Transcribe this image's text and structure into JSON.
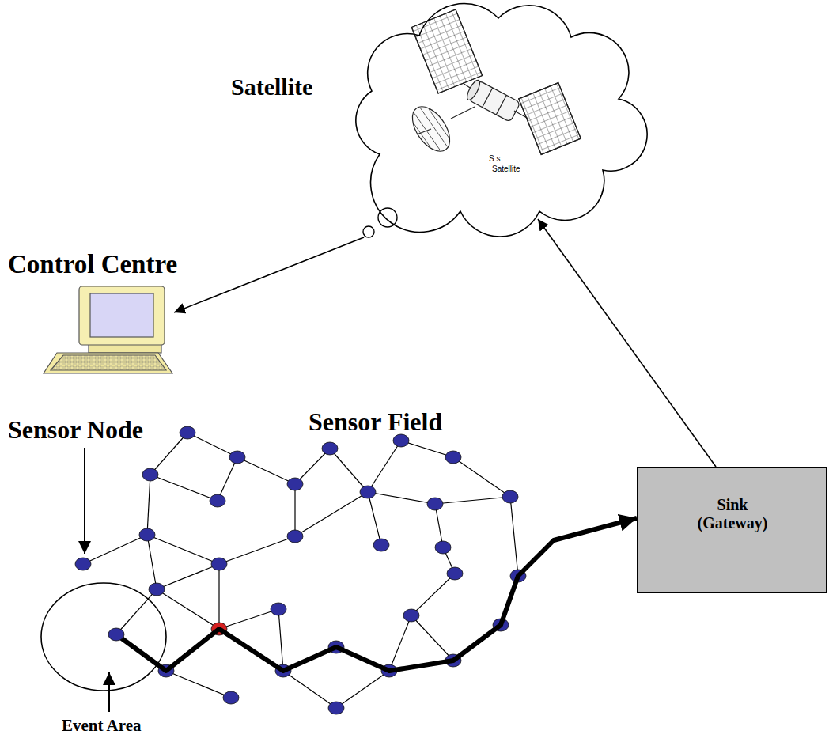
{
  "diagram": {
    "nodes": [
      {
        "text": [
          "Satellite",
          "S s",
          "Satellite"
        ]
      },
      {
        "text": [
          "Control Centre"
        ]
      },
      {
        "text": [
          "Sink (Gateway)"
        ]
      },
      {
        "text": [
          "Event Area"
        ]
      }
    ],
    "edges": [
      {
        "from": 2,
        "to": 0,
        "arrow": "to"
      },
      {
        "from": 0,
        "to": 1,
        "arrow": "to"
      },
      {
        "from": 3,
        "to": 2,
        "arrow": "to"
      }
    ],
    "labels": [
      "Sensor Node",
      "Sensor Field"
    ]
  }
}
